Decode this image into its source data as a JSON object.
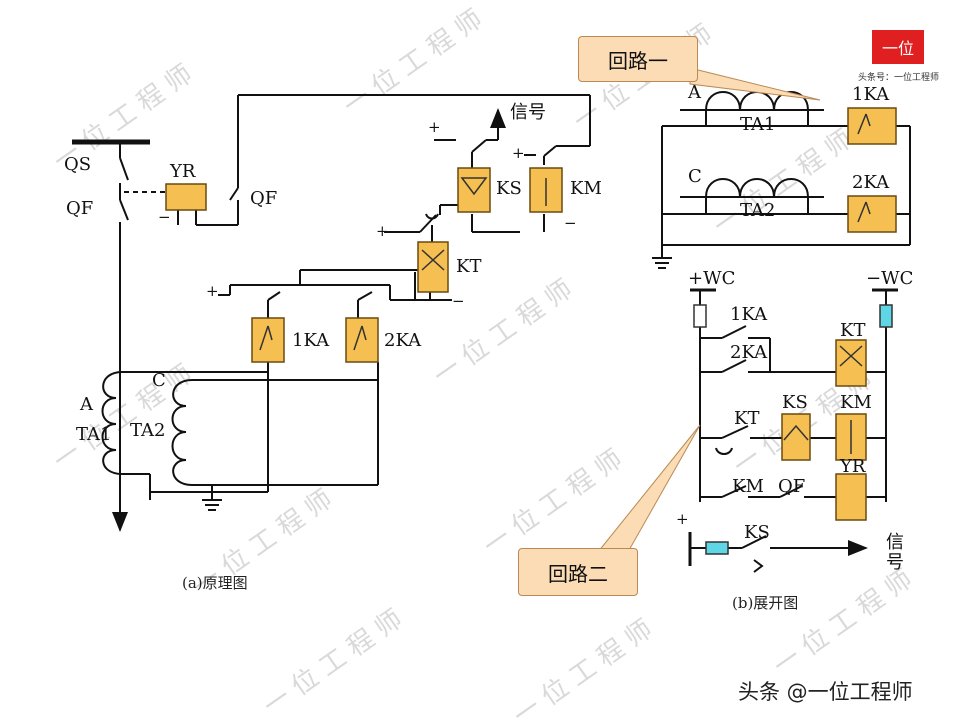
{
  "watermark": {
    "text": "一位工程师"
  },
  "brand": {
    "logo_text": "一位",
    "logo_sub": "头条号：一位工程师",
    "footer": "头条 @一位工程师"
  },
  "callouts": {
    "loop1": "回路一",
    "loop2": "回路二"
  },
  "left": {
    "caption": "(a)原理图",
    "QS": "QS",
    "QF_left": "QF",
    "YR": "YR",
    "QF_right": "QF",
    "signal": "信号",
    "KS": "KS",
    "KM": "KM",
    "KT": "KT",
    "KA1": "1KA",
    "KA2": "2KA",
    "phaseA": "A",
    "TA1": "TA1",
    "phaseC": "C",
    "TA2": "TA2",
    "plus": "+",
    "minus": "−"
  },
  "right_top": {
    "phaseA": "A",
    "TA1": "TA1",
    "KA1": "1KA",
    "phaseC": "C",
    "TA2": "TA2",
    "KA2": "2KA"
  },
  "right_bottom": {
    "caption": "(b)展开图",
    "plusWC": "+WC",
    "minusWC": "−WC",
    "KA1": "1KA",
    "KA2": "2KA",
    "KT_coil": "KT",
    "KT_contact": "KT",
    "KS": "KS",
    "KM": "KM",
    "KM_contact": "KM",
    "QF": "QF",
    "YR": "YR",
    "KS_signal": "KS",
    "signal_v1": "信",
    "signal_v2": "号",
    "plus": "+"
  },
  "colors": {
    "relay_fill": "#f6bf52",
    "relay_stroke": "#6a4a10",
    "fuse_cyan": "#5ed6e6",
    "callout_fill": "#fbdcb4",
    "logo_red": "#e02020"
  }
}
